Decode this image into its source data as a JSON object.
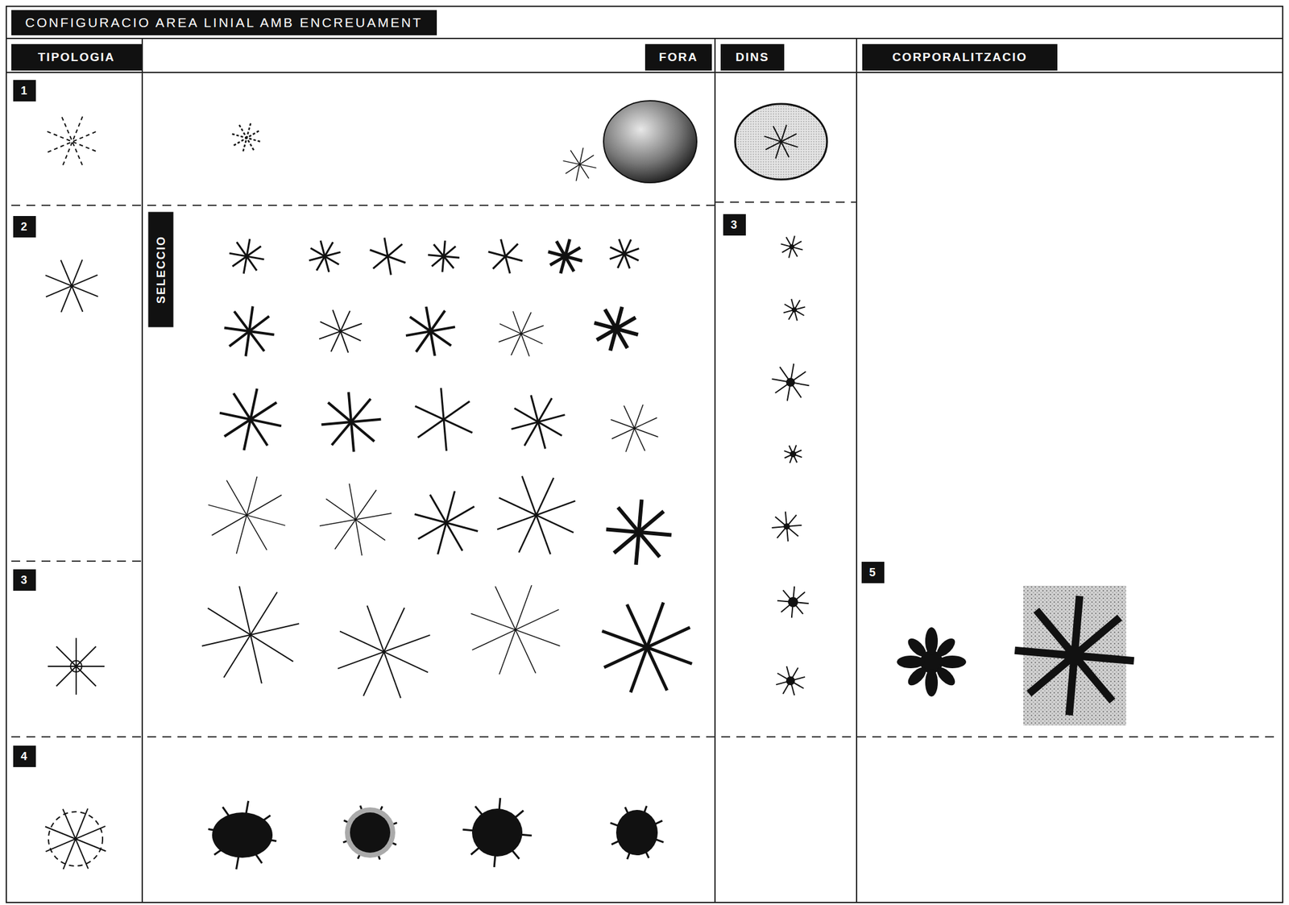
{
  "diagram": {
    "title": "CONFIGURACIO AREA LINIAL AMB ENCREUAMENT",
    "nodes": [
      {
        "text": [
          "TIPOLOGIA"
        ]
      },
      {
        "text": [
          "FORA"
        ]
      },
      {
        "text": [
          "DINS"
        ]
      },
      {
        "text": [
          "CORPORALITZACIO"
        ]
      },
      {
        "text": [
          "1"
        ]
      },
      {
        "text": [
          "2"
        ]
      },
      {
        "text": [
          "SELECCIO"
        ]
      },
      {
        "text": [
          "3"
        ]
      },
      {
        "text": [
          "5"
        ]
      },
      {
        "text": [
          "3"
        ]
      },
      {
        "text": [
          "4"
        ]
      }
    ]
  }
}
